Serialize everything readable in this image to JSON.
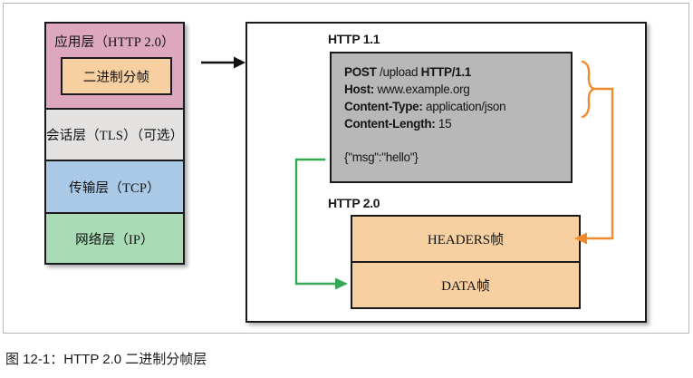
{
  "figure": {
    "caption": "图 12-1：HTTP 2.0 二进制分帧层"
  },
  "protocol_stack": {
    "layers": [
      {
        "label": "应用层（HTTP 2.0）",
        "color": "#dda7bd",
        "name": "application"
      },
      {
        "label": "会话层（TLS）（可选）",
        "color": "#e4e2e1",
        "name": "session"
      },
      {
        "label": "传输层（TCP）",
        "color": "#a9c9e6",
        "name": "transport"
      },
      {
        "label": "网络层（IP）",
        "color": "#a9dcb5",
        "name": "network"
      }
    ],
    "inner_box": {
      "label": "二进制分帧",
      "color": "#f6d0a1"
    }
  },
  "panel": {
    "http11": {
      "label": "HTTP 1.1",
      "box_color": "#b8b8b8",
      "request_lines": [
        {
          "key": "POST",
          "value": " /upload ",
          "key2": "HTTP/1.1"
        },
        {
          "key": "Host:",
          "value": " www.example.org"
        },
        {
          "key": "Content-Type:",
          "value": " application/json"
        },
        {
          "key": "Content-Length:",
          "value": " 15"
        }
      ],
      "body": "{\"msg\":\"hello\"}"
    },
    "http20": {
      "label": "HTTP 2.0",
      "frames": [
        {
          "label": "HEADERS帧",
          "name": "headers"
        },
        {
          "label": "DATA帧",
          "name": "data"
        }
      ],
      "frame_color": "#f6d0a1"
    }
  },
  "connectors": {
    "stack_to_panel": {
      "color": "#111111",
      "name": "black-arrow"
    },
    "headers_brace": {
      "color": "#ef8b2c",
      "name": "orange-brace-connector"
    },
    "body_to_data": {
      "color": "#35a853",
      "name": "green-connector"
    }
  }
}
